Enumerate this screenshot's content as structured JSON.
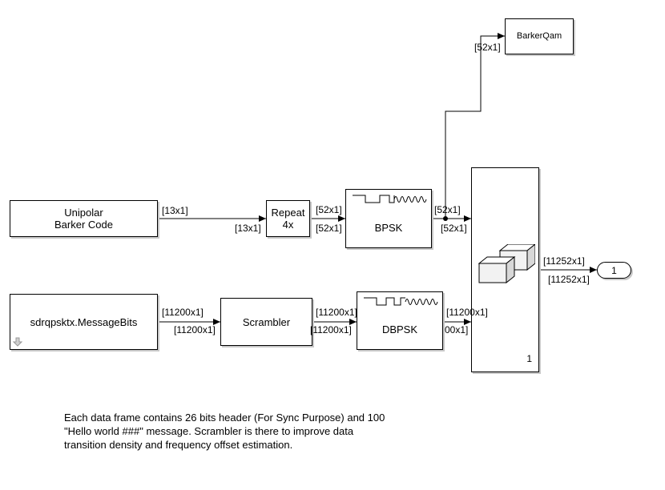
{
  "blocks": {
    "unipolar_barker": "Unipolar\nBarker Code",
    "repeat": "Repeat\n4x",
    "bpsk": "BPSK",
    "barkerqam": "BarkerQam",
    "message_bits": "sdrqpsktx.MessageBits",
    "scrambler": "Scrambler",
    "dbpsk": "DBPSK",
    "concat_port_count": "1",
    "outport_number": "1"
  },
  "signals": {
    "barker_out": "[13x1]",
    "repeat_in": "[13x1]",
    "repeat_out": "[52x1]",
    "bpsk_in": "[52x1]",
    "bpsk_out": "[52x1]",
    "concat_in1": "[52x1]",
    "barkerqam_in": "[52x1]",
    "msg_out": "[11200x1]",
    "scrambler_in": "[11200x1]",
    "scrambler_out": "[11200x1]",
    "dbpsk_in": "[11200x1]",
    "dbpsk_out": "[11200x1]",
    "concat_in2": "00x1]",
    "concat_out": "[11252x1]",
    "outport_in": "[11252x1]"
  },
  "note": "Each data frame contains 26 bits header (For Sync Purpose) and 100\n\"Hello world ###\" message. Scrambler is there to improve data\ntransition density and frequency offset estimation."
}
